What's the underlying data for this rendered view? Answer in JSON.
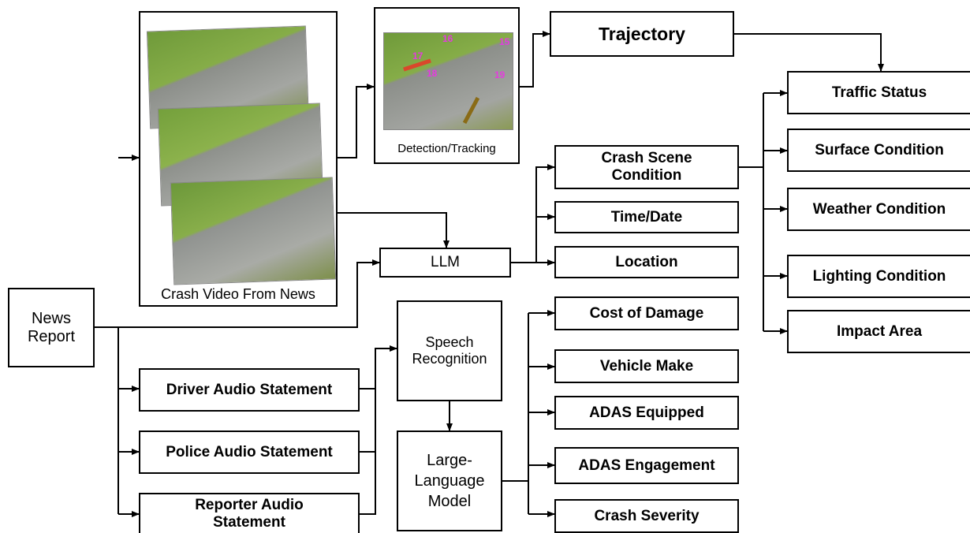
{
  "diagram": {
    "video_panel_caption": "Crash Video From News",
    "detection_panel_caption": "Detection/Tracking",
    "track_ids": [
      "17",
      "18",
      "15",
      "16",
      "19"
    ],
    "nodes": {
      "trajectory": "Trajectory",
      "traffic_status": "Traffic Status",
      "surface_condition": "Surface Condition",
      "weather_condition": "Weather Condition",
      "lighting_condition": "Lighting Condition",
      "impact_area": "Impact Area",
      "crash_scene_1": "Crash Scene",
      "crash_scene_2": "Condition",
      "time_date": "Time/Date",
      "location": "Location",
      "llm": "LLM",
      "news_1": "News",
      "news_2": "Report",
      "speech_1": "Speech",
      "speech_2": "Recognition",
      "lang_model_1": "Large-",
      "lang_model_2": "Language",
      "lang_model_3": "Model",
      "driver_audio": "Driver Audio Statement",
      "police_audio": "Police Audio Statement",
      "reporter_audio_1": "Reporter Audio",
      "reporter_audio_2": "Statement",
      "cost_damage": "Cost of Damage",
      "vehicle_make": "Vehicle Make",
      "adas_equipped": "ADAS Equipped",
      "adas_engagement": "ADAS Engagement",
      "crash_severity": "Crash Severity"
    }
  }
}
